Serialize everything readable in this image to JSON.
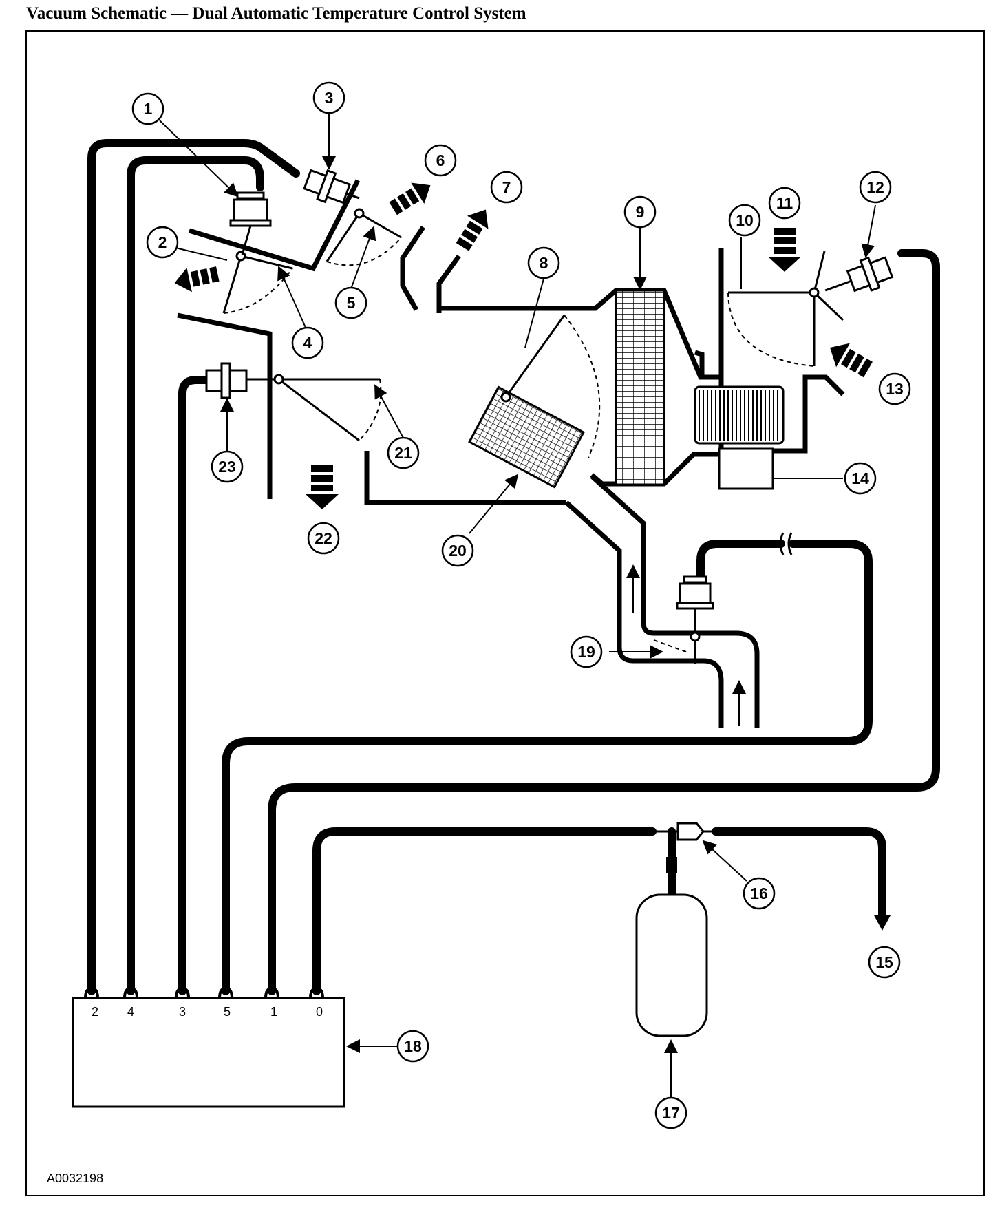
{
  "title": "Vacuum Schematic — Dual Automatic Temperature Control System",
  "figure_code": "A0032198",
  "callouts": [
    "1",
    "2",
    "3",
    "4",
    "5",
    "6",
    "7",
    "8",
    "9",
    "10",
    "11",
    "12",
    "13",
    "14",
    "15",
    "16",
    "17",
    "18",
    "19",
    "20",
    "21",
    "22",
    "23"
  ],
  "control_ports": [
    "2",
    "4",
    "3",
    "5",
    "1",
    "0"
  ]
}
